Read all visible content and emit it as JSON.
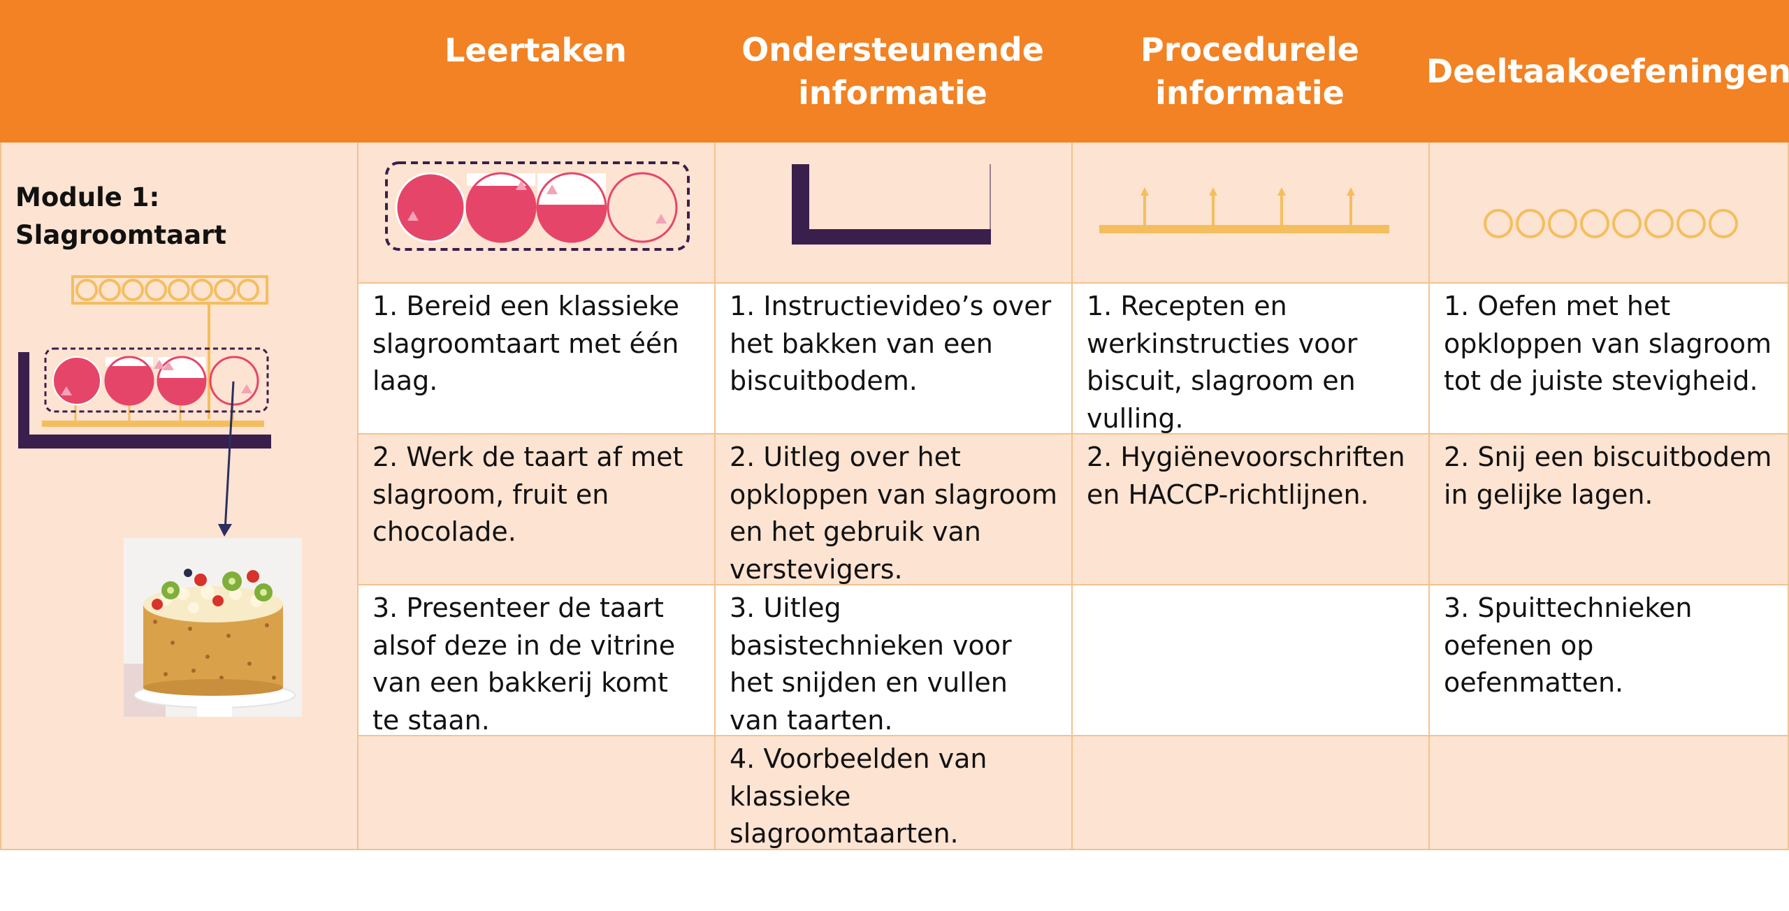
{
  "header": {
    "columns": [
      {
        "key": "leertaken",
        "lines": [
          "Leertaken"
        ]
      },
      {
        "key": "ondersteunende",
        "lines": [
          "Ondersteunende",
          "informatie"
        ]
      },
      {
        "key": "procedurele",
        "lines": [
          "Procedurele",
          "informatie"
        ]
      },
      {
        "key": "deeltaak",
        "lines": [
          "Deeltaakoefeningen"
        ]
      }
    ]
  },
  "module": {
    "title_line1": "Module 1:",
    "title_line2": "Slagroomtaart"
  },
  "rows": [
    {
      "leertaken": "1. Bereid een klassieke slagroomtaart met één laag.",
      "ondersteunende": "1. Instructievideo’s over het bakken van een biscuitbodem.",
      "procedurele": "1. Recepten en werkinstructies voor biscuit, slagroom en vulling.",
      "deeltaak": "1. Oefen met het opkloppen van slagroom tot de juiste stevigheid."
    },
    {
      "leertaken": "2. Werk de taart af met slagroom, fruit en chocolade.",
      "ondersteunende": "2. Uitleg over het opkloppen van slagroom en het gebruik van verstevigers.",
      "procedurele": "2. Hygiënevoorschriften en HACCP-richtlijnen.",
      "deeltaak": "2. Snij een biscuitbodem in gelijke lagen."
    },
    {
      "leertaken": "3. Presenteer de taart alsof deze in de vitrine van een bakkerij komt te staan.",
      "ondersteunende": "3. Uitleg basistechnieken voor het snijden en vullen van taarten.",
      "procedurele": "",
      "deeltaak": "3. Spuittechnieken oefenen op oefenmatten."
    },
    {
      "leertaken": "",
      "ondersteunende": "4. Voorbeelden van klassieke slagroomtaarten.",
      "procedurele": "",
      "deeltaak": ""
    }
  ],
  "colors": {
    "header_orange": "#F28223",
    "peach": "#FDE3D1",
    "grid_line": "#F3C28E",
    "task_pink": "#E6456A",
    "purple": "#3A1F4D",
    "yellow": "#F4BE5E"
  },
  "icons": {
    "leertaken": "task-classes-circles-icon",
    "ondersteunende": "supportive-info-l-shape-icon",
    "procedurele": "procedural-info-arrows-icon",
    "deeltaak": "part-task-practice-circles-icon",
    "module_diagram": "4c-id-model-diagram-icon",
    "photo": "cream-cake-photo"
  }
}
